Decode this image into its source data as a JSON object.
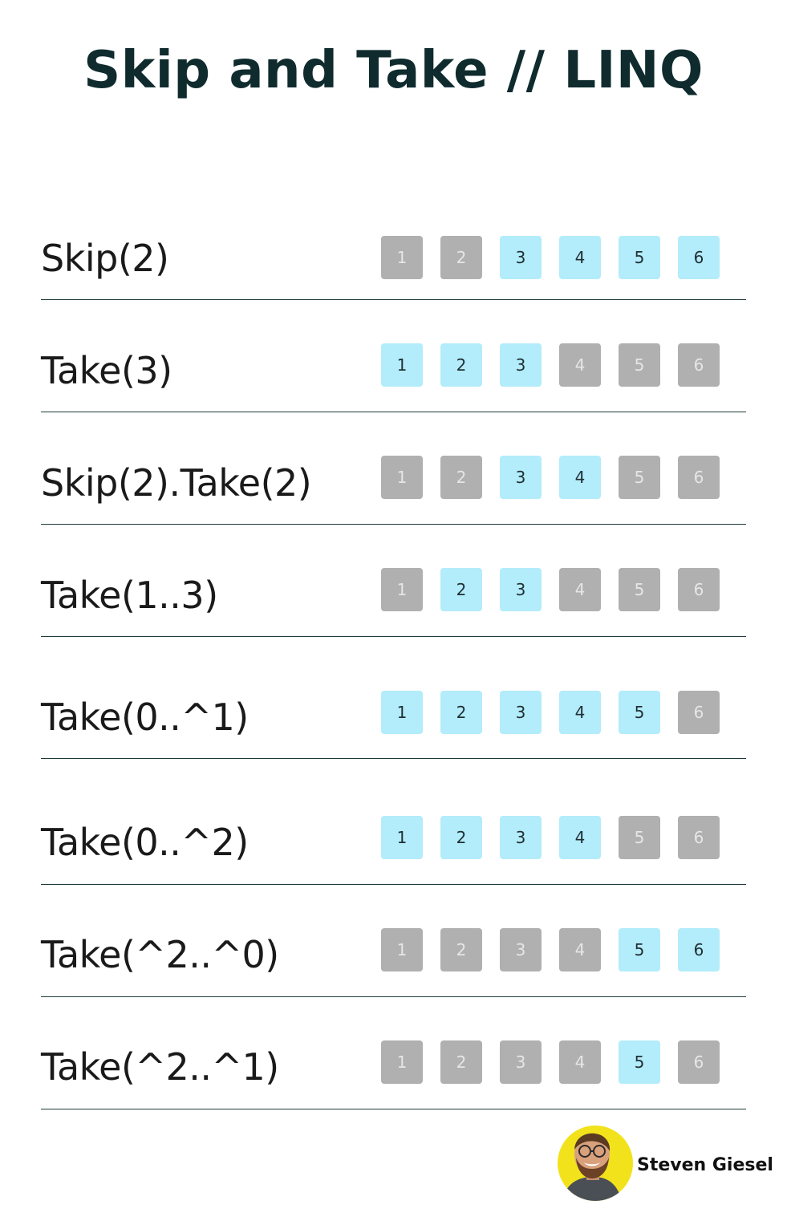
{
  "title": "Skip and Take // LINQ",
  "rows": [
    {
      "label": "Skip(2)",
      "cells": [
        {
          "n": "1",
          "selected": false
        },
        {
          "n": "2",
          "selected": false
        },
        {
          "n": "3",
          "selected": true
        },
        {
          "n": "4",
          "selected": true
        },
        {
          "n": "5",
          "selected": true
        },
        {
          "n": "6",
          "selected": true
        }
      ]
    },
    {
      "label": "Take(3)",
      "cells": [
        {
          "n": "1",
          "selected": true
        },
        {
          "n": "2",
          "selected": true
        },
        {
          "n": "3",
          "selected": true
        },
        {
          "n": "4",
          "selected": false
        },
        {
          "n": "5",
          "selected": false
        },
        {
          "n": "6",
          "selected": false
        }
      ]
    },
    {
      "label": "Skip(2).Take(2)",
      "cells": [
        {
          "n": "1",
          "selected": false
        },
        {
          "n": "2",
          "selected": false
        },
        {
          "n": "3",
          "selected": true
        },
        {
          "n": "4",
          "selected": true
        },
        {
          "n": "5",
          "selected": false
        },
        {
          "n": "6",
          "selected": false
        }
      ]
    },
    {
      "label": "Take(1..3)",
      "cells": [
        {
          "n": "1",
          "selected": false
        },
        {
          "n": "2",
          "selected": true
        },
        {
          "n": "3",
          "selected": true
        },
        {
          "n": "4",
          "selected": false
        },
        {
          "n": "5",
          "selected": false
        },
        {
          "n": "6",
          "selected": false
        }
      ]
    },
    {
      "label": "Take(0..^1)",
      "cells": [
        {
          "n": "1",
          "selected": true
        },
        {
          "n": "2",
          "selected": true
        },
        {
          "n": "3",
          "selected": true
        },
        {
          "n": "4",
          "selected": true
        },
        {
          "n": "5",
          "selected": true
        },
        {
          "n": "6",
          "selected": false
        }
      ]
    },
    {
      "label": "Take(0..^2)",
      "cells": [
        {
          "n": "1",
          "selected": true
        },
        {
          "n": "2",
          "selected": true
        },
        {
          "n": "3",
          "selected": true
        },
        {
          "n": "4",
          "selected": true
        },
        {
          "n": "5",
          "selected": false
        },
        {
          "n": "6",
          "selected": false
        }
      ]
    },
    {
      "label": "Take(^2..^0)",
      "cells": [
        {
          "n": "1",
          "selected": false
        },
        {
          "n": "2",
          "selected": false
        },
        {
          "n": "3",
          "selected": false
        },
        {
          "n": "4",
          "selected": false
        },
        {
          "n": "5",
          "selected": true
        },
        {
          "n": "6",
          "selected": true
        }
      ]
    },
    {
      "label": "Take(^2..^1)",
      "cells": [
        {
          "n": "1",
          "selected": false
        },
        {
          "n": "2",
          "selected": false
        },
        {
          "n": "3",
          "selected": false
        },
        {
          "n": "4",
          "selected": false
        },
        {
          "n": "5",
          "selected": true
        },
        {
          "n": "6",
          "selected": false
        }
      ]
    }
  ],
  "author": {
    "name": "Steven Giesel",
    "avatar_icon": "person-portrait-icon"
  },
  "colors": {
    "selected": "#b3ecfb",
    "unselected": "#b0b0b0",
    "title": "#0f2b2e",
    "avatar_bg": "#f2e21c"
  }
}
